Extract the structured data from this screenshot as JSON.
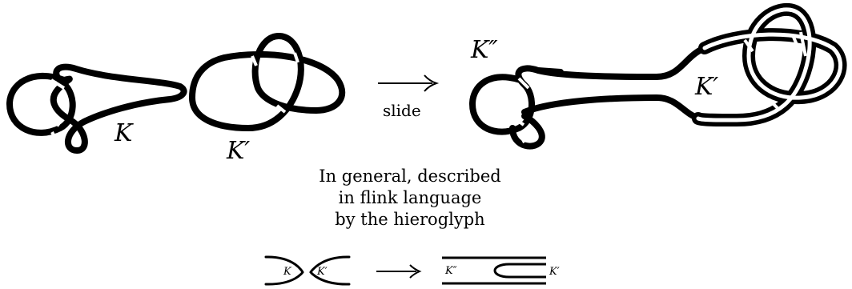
{
  "labels": {
    "knot_k": "K",
    "knot_k_prime": "K′",
    "knot_k_double_prime": "K″",
    "band_k_prime": "K′",
    "arrow_caption": "slide",
    "description_line1": "In general, described",
    "description_line2": "in flink language",
    "description_line3": "by the hieroglyph",
    "glyph_left_k": "K",
    "glyph_left_k_prime": "K′",
    "glyph_right_k_double_prime": "K″",
    "glyph_right_k_prime": "K′"
  },
  "colors": {
    "ink": "#000000",
    "paper": "#ffffff"
  },
  "icons": {
    "arrow": "long-right-arrow-icon"
  }
}
